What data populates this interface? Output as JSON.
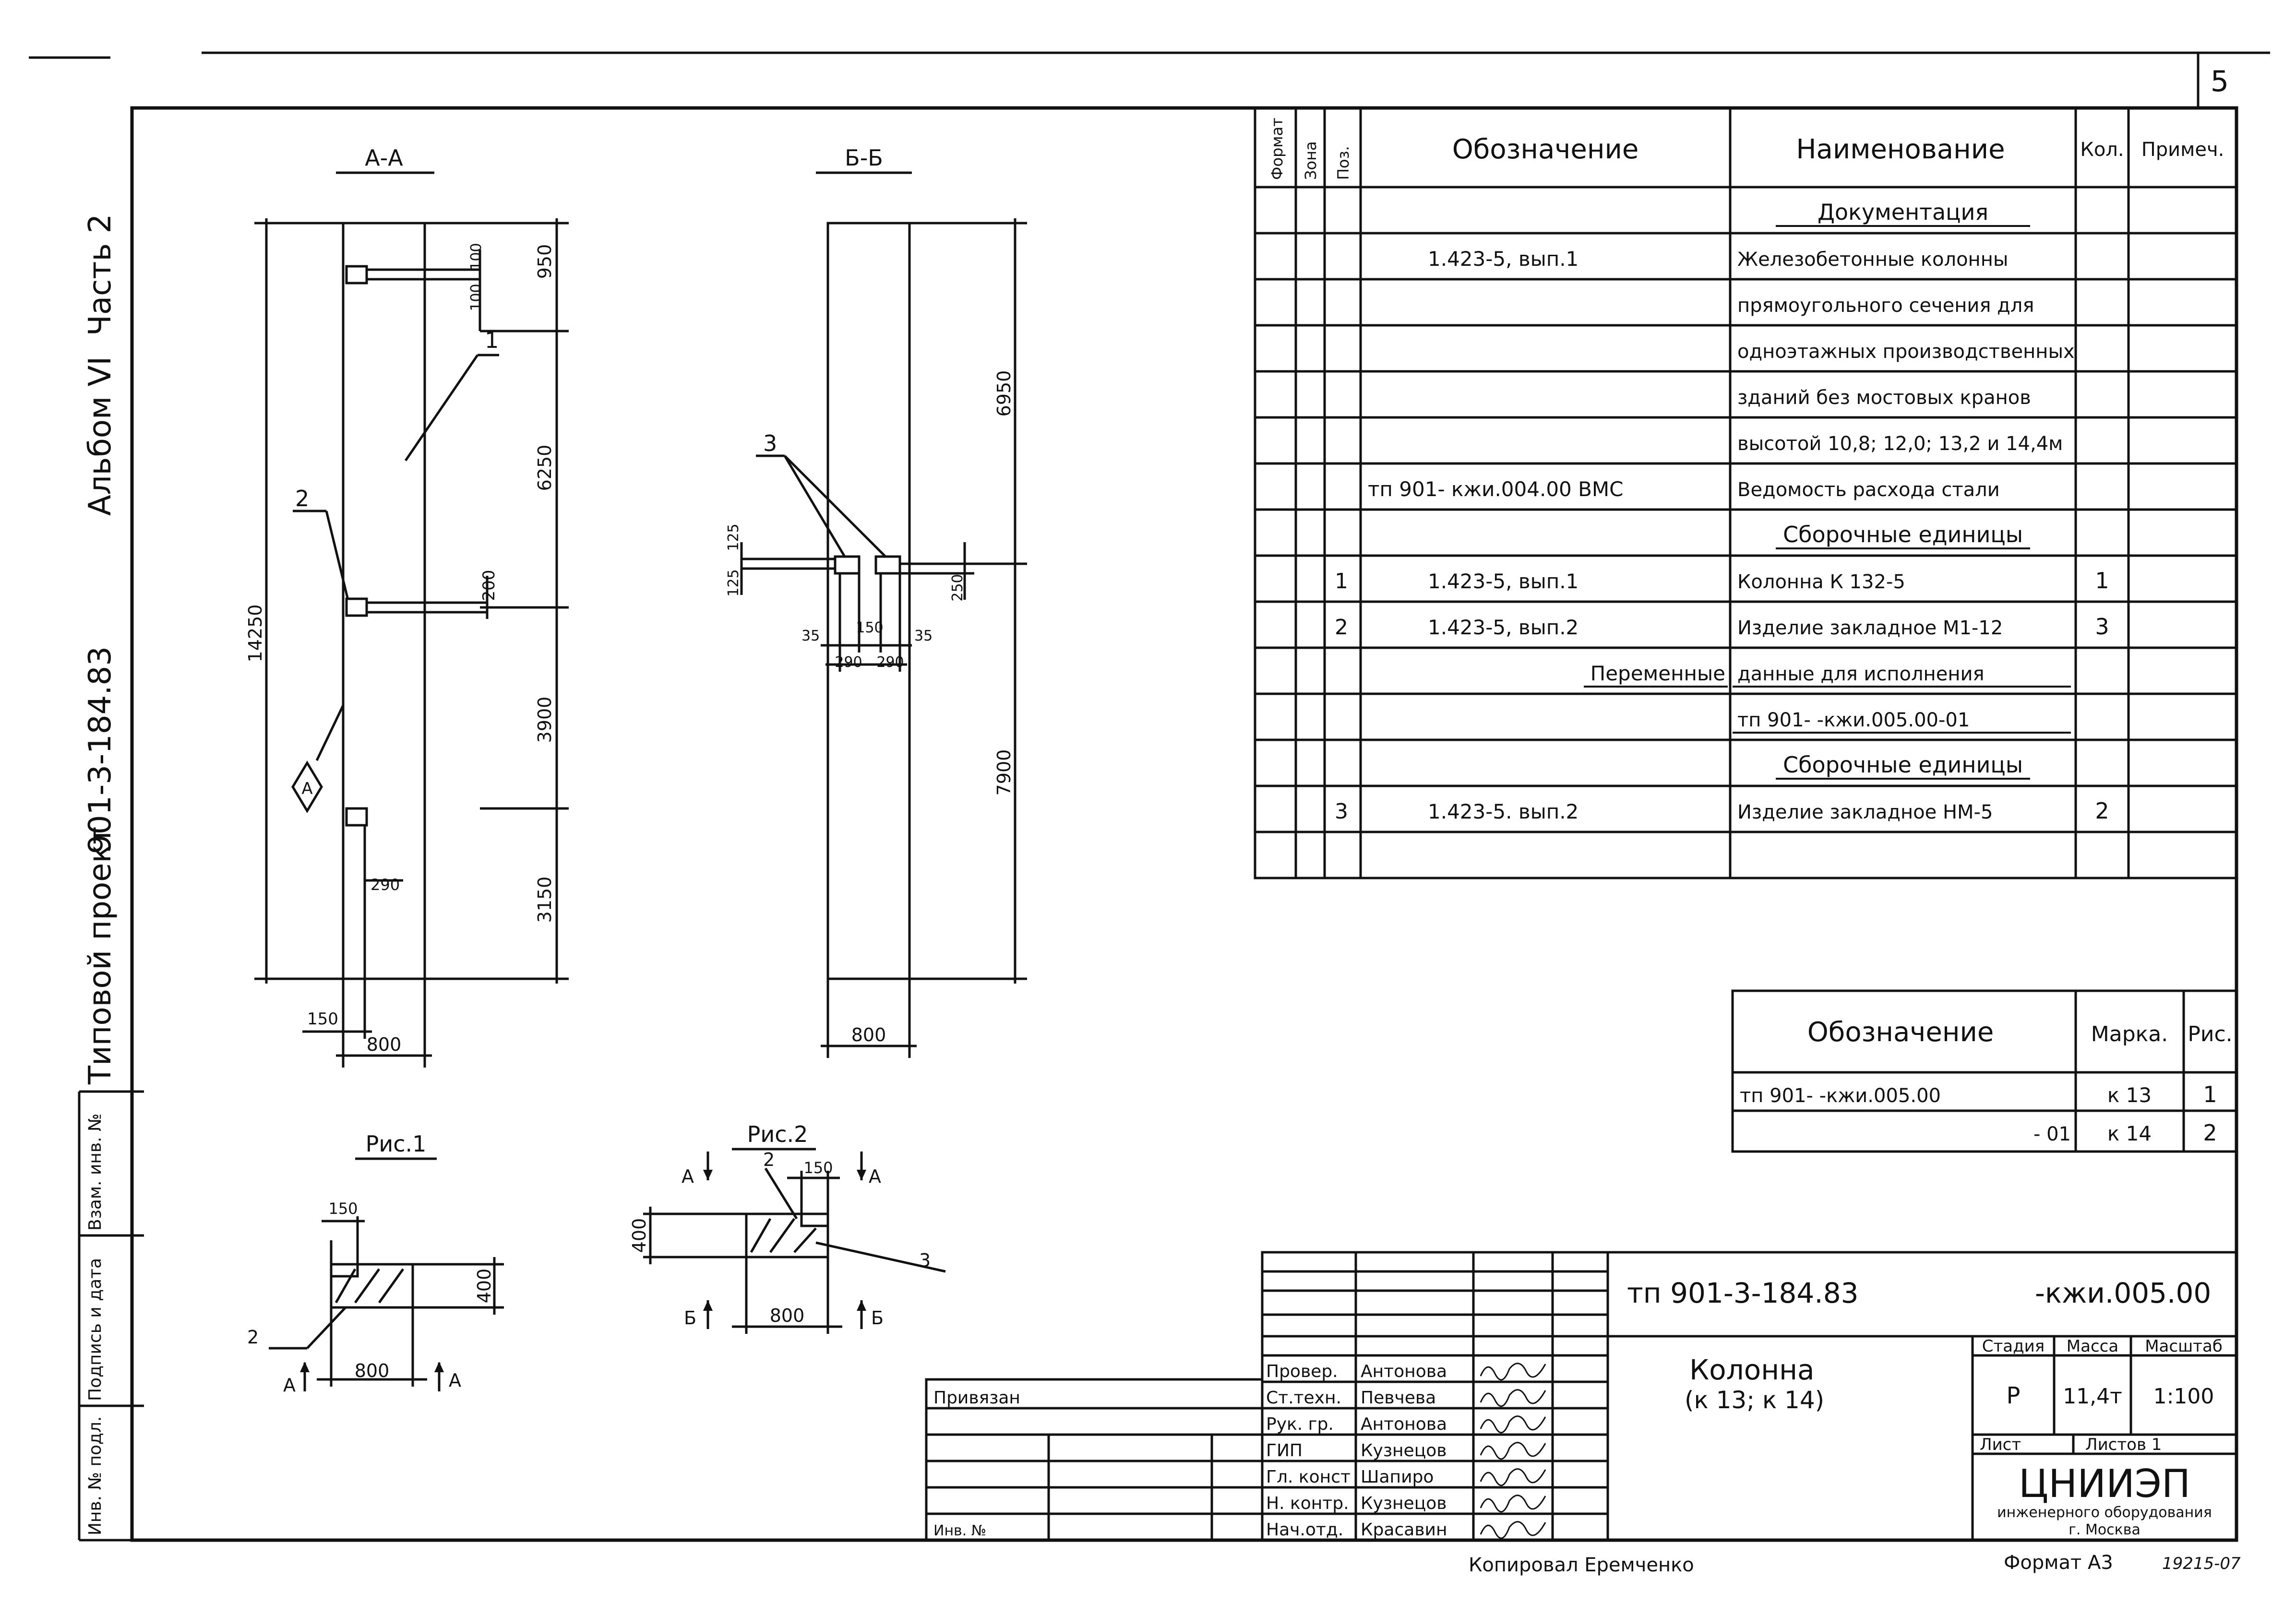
{
  "sheet_number": "5",
  "side_label": {
    "project": "Типовой проект",
    "code": "901-3-184.83",
    "album": "Альбом VI",
    "part": "Часть 2"
  },
  "left_stamp": [
    "Инв. № подл.",
    "Подпись и дата",
    "Взам. инв. №"
  ],
  "views": {
    "section_aa": "А-А",
    "section_bb": "Б-Б",
    "fig1": "Рис.1",
    "fig2": "Рис.2"
  },
  "dims_aa": {
    "total": "14250",
    "d950": "950",
    "d6250": "6250",
    "d3900": "3900",
    "d3150": "3150",
    "d100a": "100",
    "d100b": "100",
    "d200": "200",
    "d290": "290",
    "d150": "150",
    "d800": "800"
  },
  "dims_bb": {
    "d6950": "6950",
    "d7900": "7900",
    "d125a": "125",
    "d125b": "125",
    "d250": "250",
    "d35a": "35",
    "d35b": "35",
    "d150": "150",
    "d290a": "290",
    "d290b": "290",
    "d800": "800"
  },
  "callouts": {
    "c1": "1",
    "c2": "2",
    "c3": "3",
    "cA": "А",
    "fig1_2": "2",
    "fig1_A1": "А",
    "fig1_A2": "А",
    "fig1_150": "150",
    "fig1_400": "400",
    "fig1_800": "800",
    "fig2_2": "2",
    "fig2_3": "3",
    "fig2_150": "150",
    "fig2_400": "400",
    "fig2_800": "800",
    "fig2_A1": "А",
    "fig2_A2": "А",
    "fig2_B1": "Б",
    "fig2_B2": "Б"
  },
  "spec_table": {
    "headers": {
      "format": "Формат",
      "zone": "Зона",
      "pos": "Поз.",
      "designation": "Обозначение",
      "name": "Наименование",
      "qty": "Кол.",
      "note": "Примеч."
    },
    "rows": [
      {
        "pos": "",
        "des": "",
        "name": "Документация",
        "qty": "",
        "section": true
      },
      {
        "pos": "",
        "des": "1.423-5, вып.1",
        "name": "Железобетонные колонны",
        "qty": ""
      },
      {
        "pos": "",
        "des": "",
        "name": "прямоугольного сечения для",
        "qty": ""
      },
      {
        "pos": "",
        "des": "",
        "name": "одноэтажных производственных",
        "qty": ""
      },
      {
        "pos": "",
        "des": "",
        "name": "зданий без мостовых кранов",
        "qty": ""
      },
      {
        "pos": "",
        "des": "",
        "name": "высотой 10,8; 12,0; 13,2 и 14,4м",
        "qty": ""
      },
      {
        "pos": "",
        "des": "тп 901-        кжи.004.00 ВМС",
        "name": "Ведомость расхода стали",
        "qty": ""
      },
      {
        "pos": "",
        "des": "",
        "name": "Сборочные единицы",
        "qty": "",
        "section": true
      },
      {
        "pos": "1",
        "des": "1.423-5, вып.1",
        "name": "Колонна           К 132-5",
        "qty": "1"
      },
      {
        "pos": "2",
        "des": "1.423-5, вып.2",
        "name": "Изделие закладное     М1-12",
        "qty": "3"
      },
      {
        "pos": "",
        "des": "Переменные",
        "name": "данные для исполнения",
        "qty": "",
        "underline": true
      },
      {
        "pos": "",
        "des": "",
        "name": "тп 901-        -кжи.005.00-01",
        "qty": "",
        "underline": true
      },
      {
        "pos": "",
        "des": "",
        "name": "Сборочные единицы",
        "qty": "",
        "section": true
      },
      {
        "pos": "3",
        "des": "1.423-5. вып.2",
        "name": "Изделие закладное      НМ-5",
        "qty": "2"
      },
      {
        "pos": "",
        "des": "",
        "name": "",
        "qty": ""
      }
    ]
  },
  "mark_table": {
    "headers": {
      "des": "Обозначение",
      "mark": "Марка.",
      "fig": "Рис."
    },
    "rows": [
      {
        "des": "тп 901-           -кжи.005.00",
        "mark": "к 13",
        "fig": "1"
      },
      {
        "des": "- 01",
        "mark": "к 14",
        "fig": "2"
      }
    ]
  },
  "title_block": {
    "code": "тп 901-3-184.83",
    "doc": "-кжи.005.00",
    "title_line1": "Колонна",
    "title_line2": "(к 13; к 14)",
    "stage_h": "Стадия",
    "mass_h": "Масса",
    "scale_h": "Масштаб",
    "stage": "Р",
    "mass": "11,4т",
    "scale": "1:100",
    "sheet_h": "Лист",
    "sheets_h": "Листов 1",
    "org1": "ЦНИИЭП",
    "org2": "инженерного оборудования",
    "org3": "г. Москва",
    "people": [
      {
        "role": "Провер.",
        "name": "Антонова"
      },
      {
        "role": "Ст.техн.",
        "name": "Певчева"
      },
      {
        "role": "Рук. гр.",
        "name": "Антонова"
      },
      {
        "role": "ГИП",
        "name": "Кузнецов"
      },
      {
        "role": "Гл. конст",
        "name": "Шапиро"
      },
      {
        "role": "Н. контр.",
        "name": "Кузнецов"
      },
      {
        "role": "Нач.отд.",
        "name": "Красавин"
      }
    ],
    "bound": "Привязан",
    "inv": "Инв. №"
  },
  "footer": {
    "copied": "Копировал Еремченко",
    "format": "Формат А3",
    "number": "19215-07"
  }
}
